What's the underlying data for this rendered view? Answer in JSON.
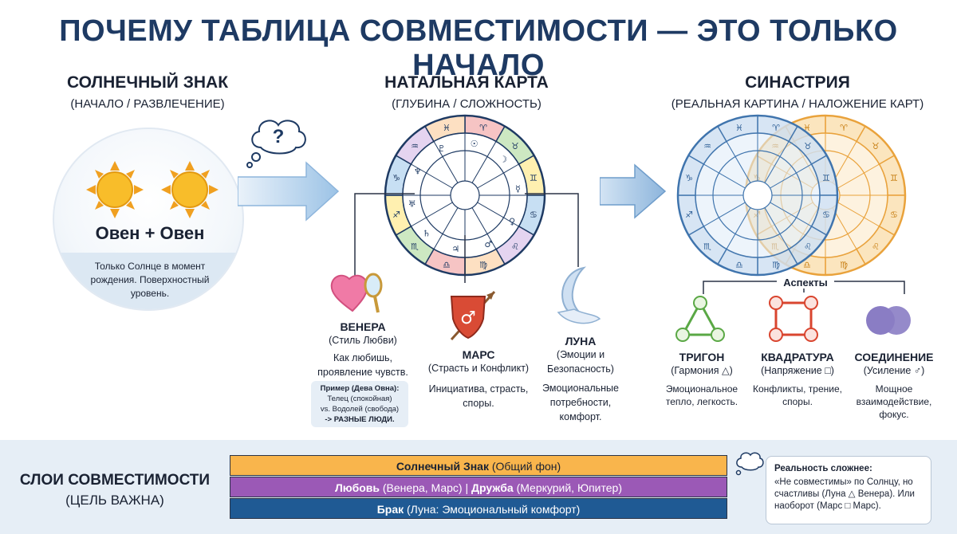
{
  "title": "ПОЧЕМУ ТАБЛИЦА СОВМЕСТИМОСТИ — ЭТО ТОЛЬКО НАЧАЛО",
  "columns": [
    {
      "heading": "СОЛНЕЧНЫЙ ЗНАК",
      "sub": "(НАЧАЛО / РАЗВЛЕЧЕНИЕ)"
    },
    {
      "heading": "НАТАЛЬНАЯ КАРТА",
      "sub": "(ГЛУБИНА / СЛОЖНОСТЬ)"
    },
    {
      "heading": "СИНАСТРИЯ",
      "sub": "(РЕАЛЬНАЯ КАРТИНА / НАЛОЖЕНИЕ КАРТ)"
    }
  ],
  "sun_sign": {
    "question": "?",
    "label": "Овен + Овен",
    "desc": "Только Солнце в момент рождения. Поверхностный уровень."
  },
  "planets": [
    {
      "name": "ВЕНЕРА",
      "sub": "(Стиль Любви)",
      "desc": "Как любишь, проявление чувств."
    },
    {
      "name": "МАРС",
      "sub": "(Страсть и Конфликт)",
      "desc": "Инициатива, страсть, споры."
    },
    {
      "name": "ЛУНА",
      "sub": "(Эмоции и Безопасность)",
      "desc": "Эмоциональные потребности, комфорт."
    }
  ],
  "example": {
    "title": "Пример (Дева Овна):",
    "line1": "Телец (спокойная)",
    "line2": "vs. Водолей (свобода)",
    "line3": "-> РАЗНЫЕ ЛЮДИ."
  },
  "aspects": {
    "heading": "Аспекты",
    "items": [
      {
        "name": "ТРИГОН",
        "sub": "(Гармония △)",
        "desc": "Эмоциональное тепло, легкость.",
        "color": "#5aa845"
      },
      {
        "name": "КВАДРАТУРА",
        "sub": "(Напряжение □)",
        "desc": "Конфликты, трение, споры.",
        "color": "#d9452f"
      },
      {
        "name": "СОЕДИНЕНИЕ",
        "sub": "(Усиление ♂)",
        "desc": "Мощное взаимодействие, фокус.",
        "color": "#8a7dc4"
      }
    ]
  },
  "layers": {
    "heading": "СЛОИ СОВМЕСТИМОСТИ",
    "sub": "(ЦЕЛЬ ВАЖНА)",
    "bars": [
      {
        "bold": "Солнечный Знак",
        "rest": " (Общий фон)",
        "color": "#f9b54c"
      },
      {
        "bold": "Любовь",
        "rest": " (Венера, Марс) | ",
        "bold2": "Дружба",
        "rest2": " (Меркурий, Юпитер)",
        "color": "#9b59b6"
      },
      {
        "bold": "Брак",
        "rest": " (Луна: Эмоциональный комфорт)",
        "color": "#1f5a94"
      }
    ]
  },
  "note": {
    "title": "Реальность сложнее:",
    "body": "«Не совместимы» по Солнцу, но счастливы (Луна △ Венера). Или наоборот (Марс □ Марс)."
  },
  "zodiac_glyphs": [
    "♈",
    "♉",
    "♊",
    "♋",
    "♌",
    "♍",
    "♎",
    "♏",
    "♐",
    "♑",
    "♒",
    "♓"
  ],
  "planet_glyphs": [
    "☉",
    "☽",
    "☿",
    "♀",
    "♂",
    "♃",
    "♄",
    "♅",
    "♆",
    "♇"
  ]
}
